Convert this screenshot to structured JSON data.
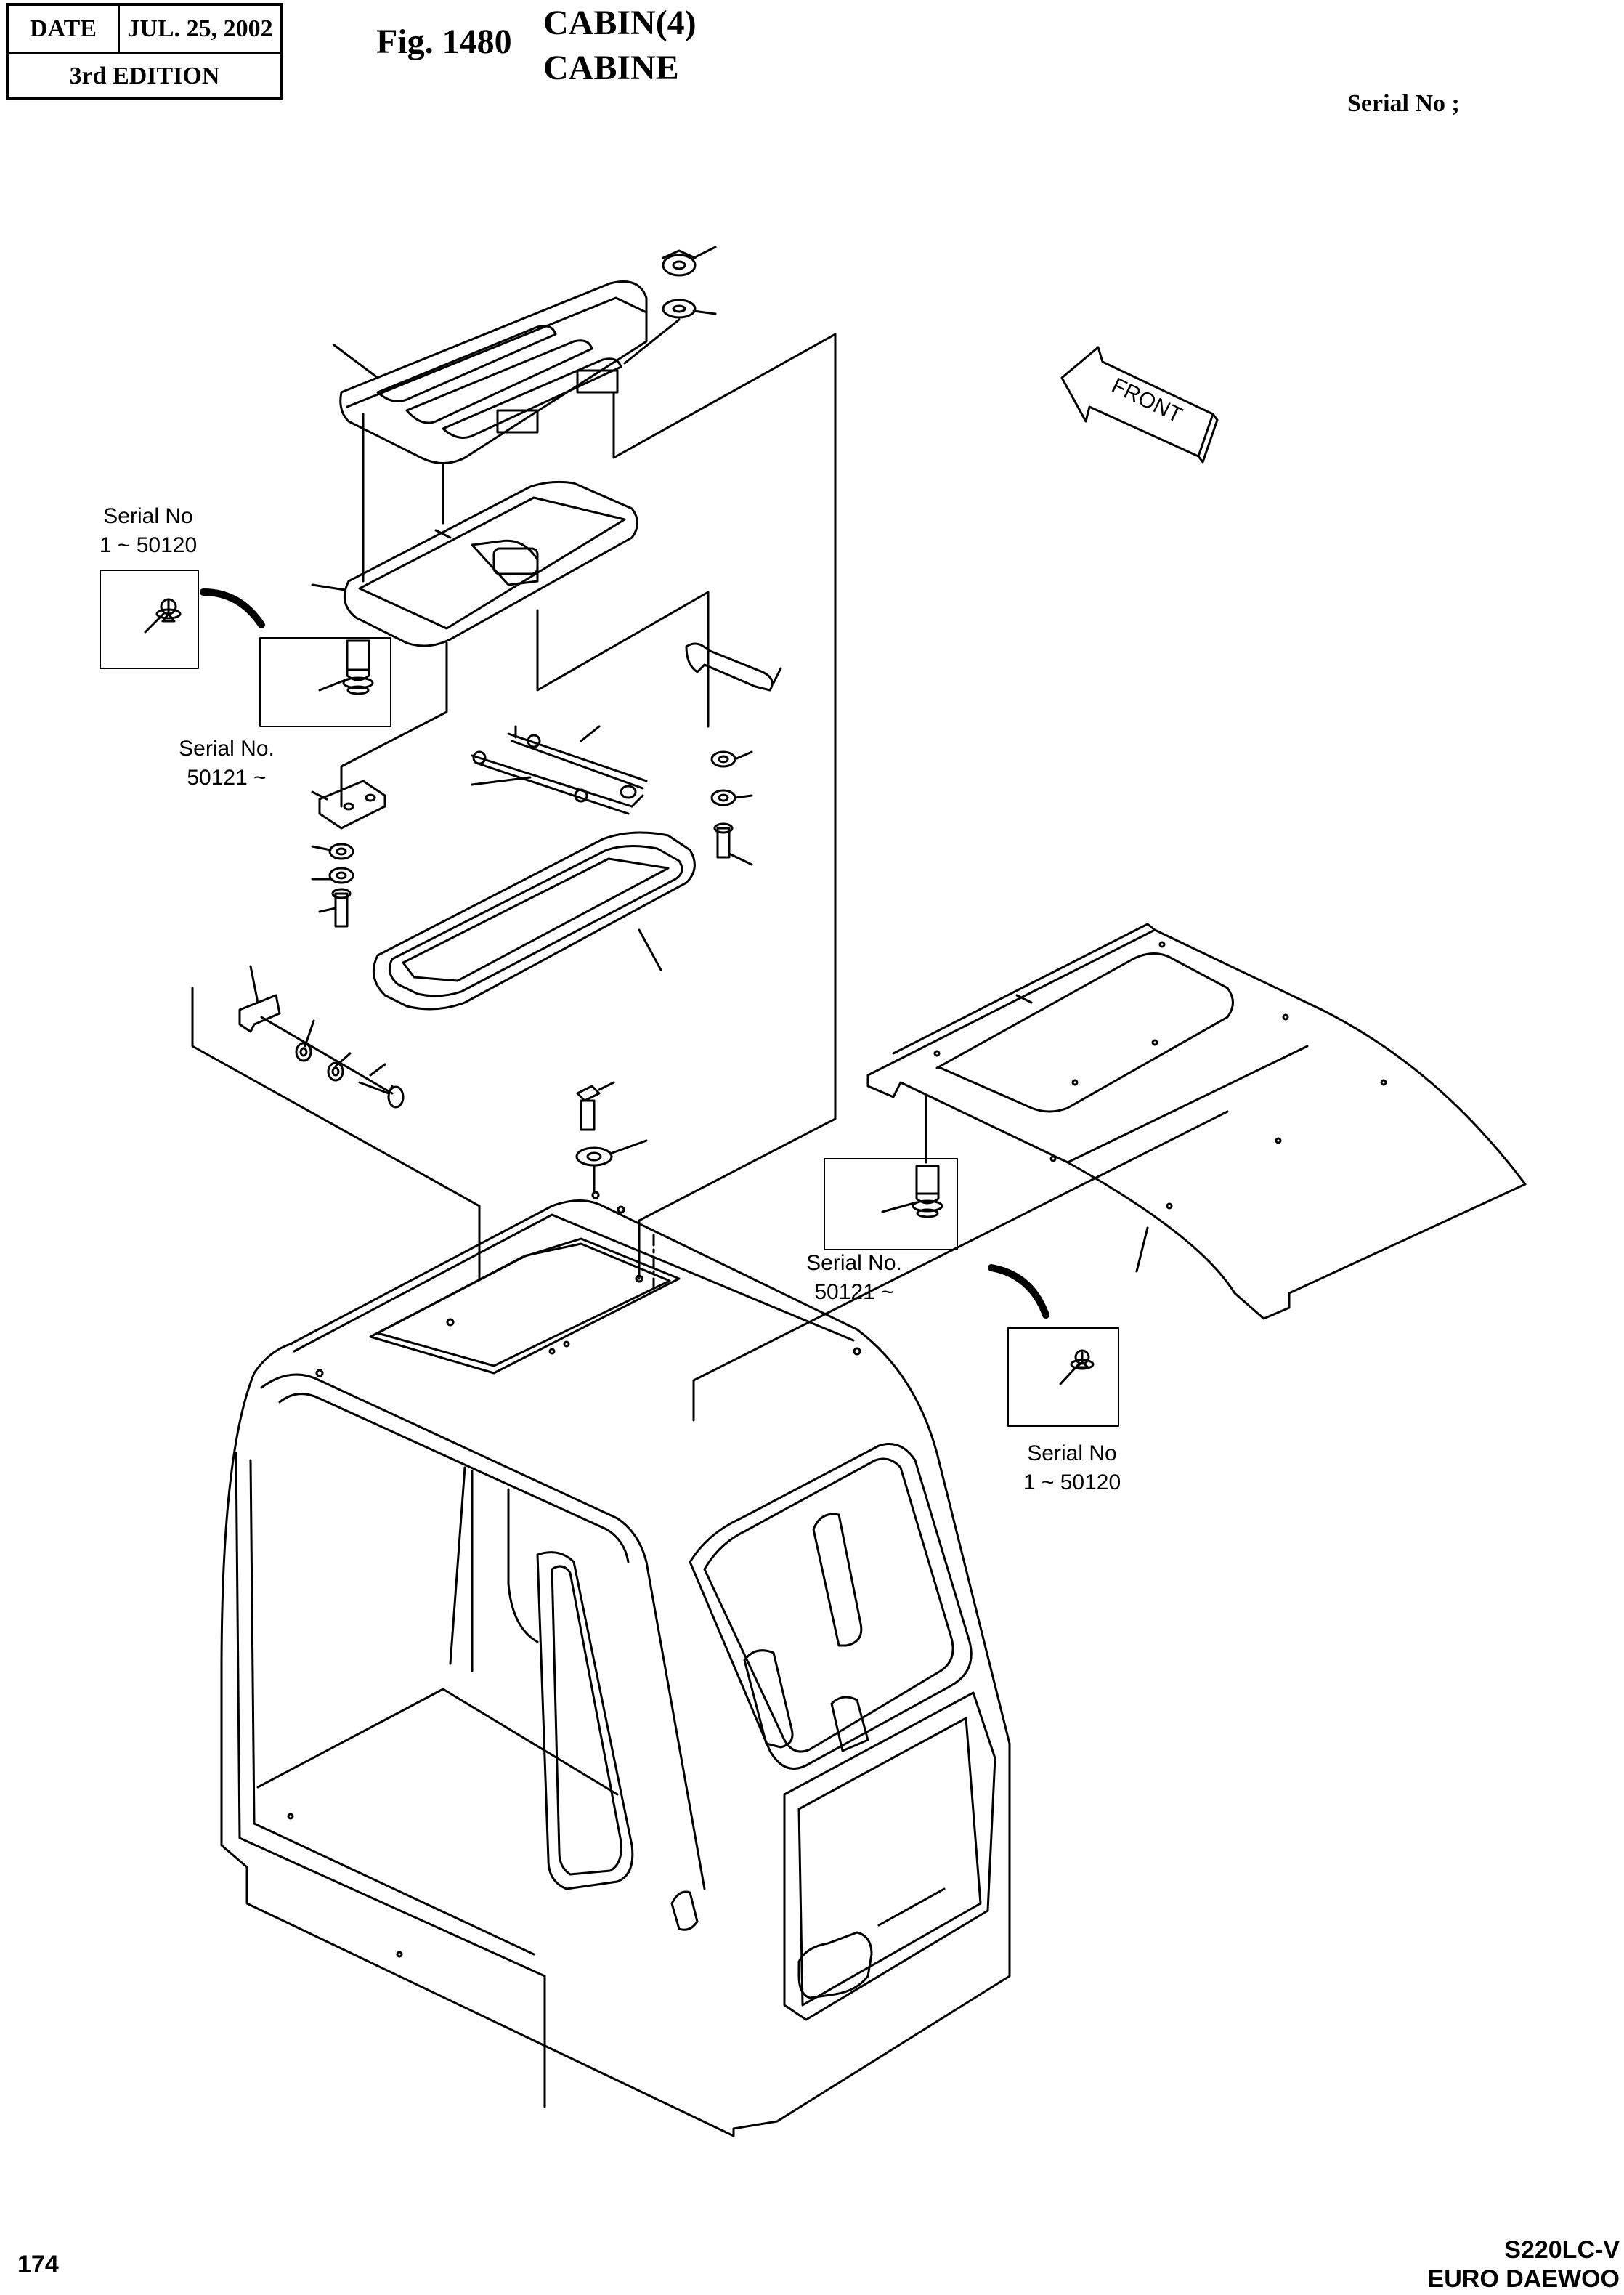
{
  "header": {
    "date_label": "DATE",
    "date_value": "JUL. 25, 2002",
    "edition": "3rd  EDITION",
    "fig_number": "Fig. 1480",
    "title_en": "CABIN(4)",
    "title_fr": "CABINE",
    "serial_header": "Serial No ;"
  },
  "callouts": {
    "left_old": {
      "line1": "Serial No",
      "line2": "1 ~ 50120"
    },
    "left_new": {
      "line1": "Serial No.",
      "line2": "50121 ~"
    },
    "right_new": {
      "line1": "Serial No.",
      "line2": "50121 ~"
    },
    "right_old": {
      "line1": "Serial No",
      "line2": "1 ~ 50120"
    }
  },
  "front_arrow_label": "FRONT",
  "footer": {
    "page_number": "174",
    "model": "S220LC-V",
    "brand": "EURO DAEWOO"
  }
}
